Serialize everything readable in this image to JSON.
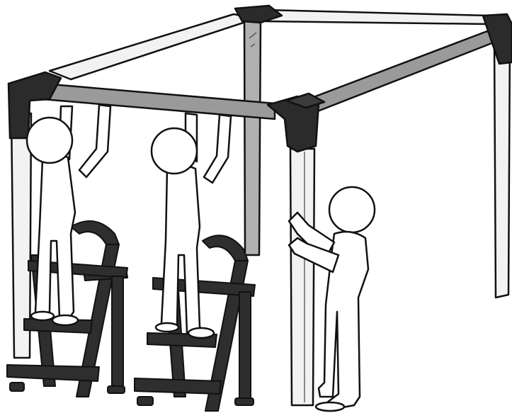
{
  "illustration": {
    "subject": "pergola-frame-assembly",
    "figures": [
      "person-on-step-stool-left",
      "person-on-step-stool-middle",
      "person-holding-post-right"
    ],
    "colors": {
      "outline": "#111111",
      "corner_bracket": "#2b2b2b",
      "beam_light": "#f2f2f2",
      "beam_gray": "#9a9a9a",
      "stool": "#2e2e2e",
      "background": "#ffffff"
    }
  }
}
